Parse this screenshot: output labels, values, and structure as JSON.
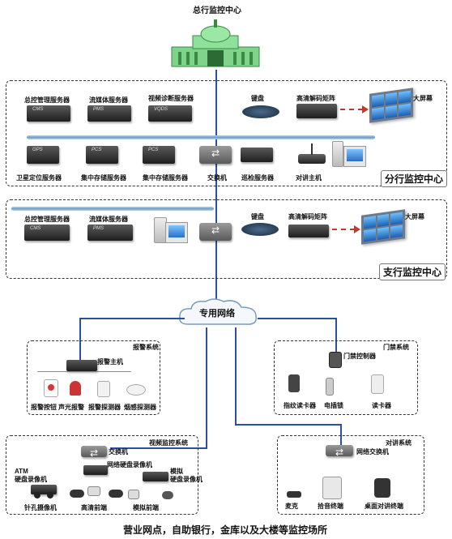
{
  "headquarters": {
    "title": "总行监控中心"
  },
  "branch_center": {
    "title": "分行监控中心",
    "top_labels": {
      "mgmt_server": "总控管理服务器",
      "stream_server": "流媒体服务器",
      "video_diag_server": "视频诊断服务器",
      "keyboard": "键盘",
      "decoder_matrix": "高清解码矩阵",
      "big_screen": "大屏幕"
    },
    "bottom_labels": {
      "gps_server": "卫星定位服务器",
      "central_storage_server_1": "集中存储服务器",
      "central_storage_server_2": "集中存储服务器",
      "switch": "交换机",
      "patrol_server": "巡检服务器",
      "intercom_host": "对讲主机"
    },
    "device_text": {
      "mgmt": "CMS",
      "stream": "PMS",
      "diag": "VQDS",
      "gps": "GPS",
      "store1": "PCS",
      "store2": "PCS"
    }
  },
  "subbranch_center": {
    "title": "支行监控中心",
    "labels": {
      "mgmt_server": "总控管理服务器",
      "stream_server": "流媒体服务器",
      "keyboard": "键盘",
      "decoder_matrix": "高清解码矩阵",
      "big_screen": "大屏幕"
    },
    "device_text": {
      "mgmt": "CMS",
      "stream": "PMS"
    }
  },
  "network": {
    "cloud_label": "专用网络"
  },
  "alarm_system": {
    "title": "报警系统",
    "host": "报警主机",
    "devices": [
      "报警按钮",
      "声光报警",
      "报警探测器",
      "烟感探测器"
    ]
  },
  "access_system": {
    "title": "门禁系统",
    "controller": "门禁控制器",
    "devices": [
      "指纹读卡器",
      "电插锁",
      "读卡器"
    ]
  },
  "video_system": {
    "title": "视频监控系统",
    "switch": "交换机",
    "nvr": "网络硬盘录像机",
    "atm_dvr": "ATM\n硬盘录像机",
    "analog_dvr": "模拟\n硬盘录像机",
    "pinhole": "针孔摄像机",
    "hd_front": "高清前端",
    "analog_front": "模拟前端"
  },
  "intercom_system": {
    "title": "对讲系统",
    "switch": "网络交换机",
    "devices": [
      "麦克",
      "拾音终端",
      "桌面对讲终端"
    ]
  },
  "caption": "营业网点，自助银行，金库以及大楼等监控场所"
}
